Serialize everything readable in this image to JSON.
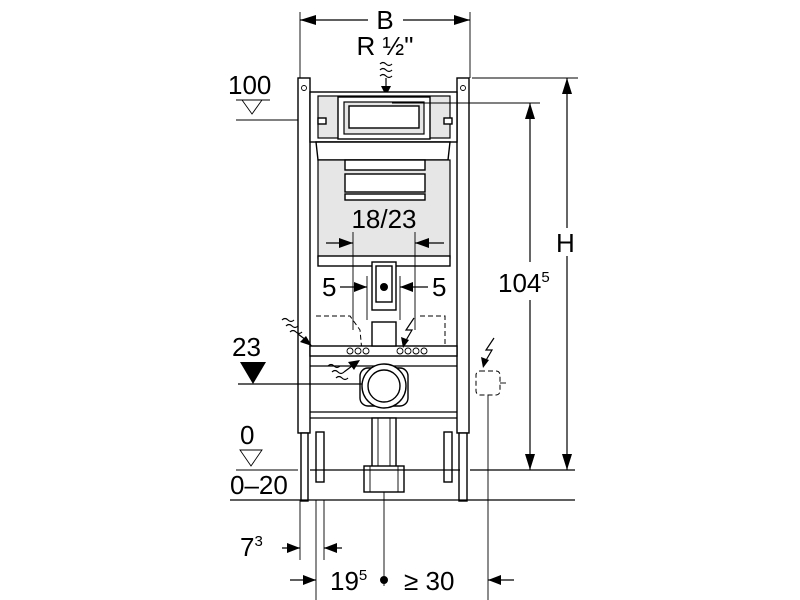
{
  "labels": {
    "width": "B",
    "thread": "R ½\"",
    "height": "H",
    "level_100": "100",
    "level_23": "23",
    "level_0": "0",
    "floor_range": "0–20",
    "spacing": "18/23",
    "offset_left": "5",
    "offset_right": "5",
    "dim_104_base": "104",
    "dim_104_sup": "5",
    "dim_7_base": "7",
    "dim_7_sup": "3",
    "dim_19_base": "19",
    "dim_19_sup": "5",
    "min_distance": "≥ 30"
  },
  "icons": [
    "water-supply-icon",
    "electric-supply-icon",
    "drain-icon",
    "level-marker-icon"
  ]
}
